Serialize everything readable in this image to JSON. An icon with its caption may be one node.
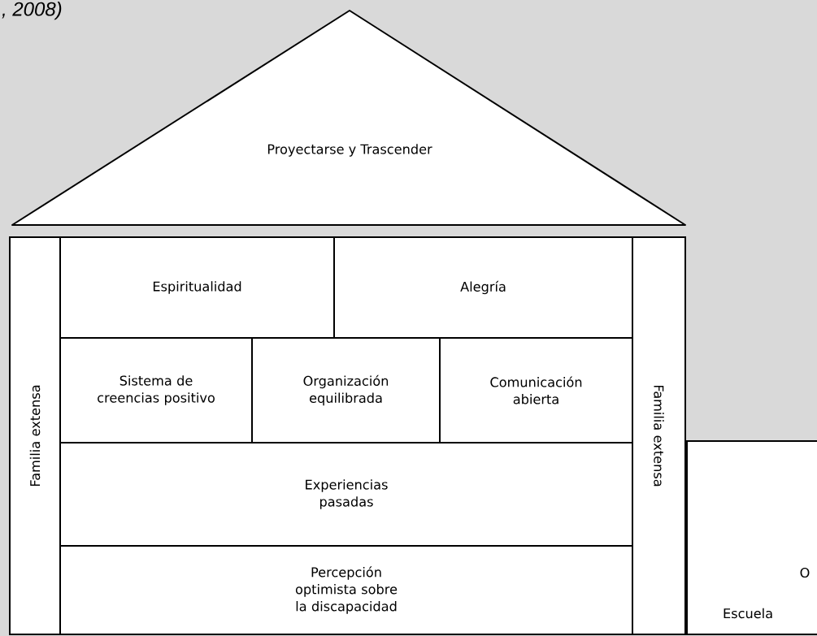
{
  "diagram": {
    "title": ", 2008)",
    "nodes": [
      {
        "text": [
          "Proyectarse y Trascender"
        ]
      },
      {
        "text": [
          "Familia extensa"
        ]
      },
      {
        "text": [
          "Espiritualidad"
        ]
      },
      {
        "text": [
          "Alegría"
        ]
      },
      {
        "text": [
          "Sistema de creencias positivo"
        ]
      },
      {
        "text": [
          "Organización equilibrada"
        ]
      },
      {
        "text": [
          "Comunicación abierta"
        ]
      },
      {
        "text": [
          "Experiencias pasadas"
        ]
      },
      {
        "text": [
          "Percepción optimista sobre la discapacidad"
        ]
      },
      {
        "text": [
          "Familia extensa"
        ]
      },
      {
        "text": [
          "O",
          "Escuela"
        ]
      }
    ]
  }
}
